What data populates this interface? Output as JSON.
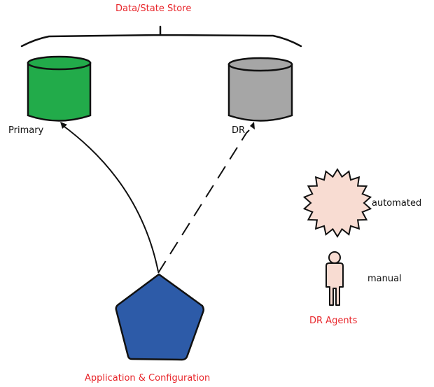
{
  "title": "Data/State Store",
  "colors": {
    "title_red": "#e8262b",
    "primary_fill": "#22ab4a",
    "dr_fill": "#a6a6a6",
    "app_fill": "#2d5ba8",
    "agent_fill": "#f8dcd2",
    "stroke": "#111111"
  },
  "stores": [
    {
      "name": "Primary",
      "label": "Primary",
      "connection": "solid"
    },
    {
      "name": "DR",
      "label": "DR",
      "connection": "dashed"
    }
  ],
  "application": {
    "label": "Application & Configuration"
  },
  "agents": {
    "group_label": "DR Agents",
    "items": [
      {
        "icon": "starburst-icon",
        "label": "automated"
      },
      {
        "icon": "person-icon",
        "label": "manual"
      }
    ]
  }
}
